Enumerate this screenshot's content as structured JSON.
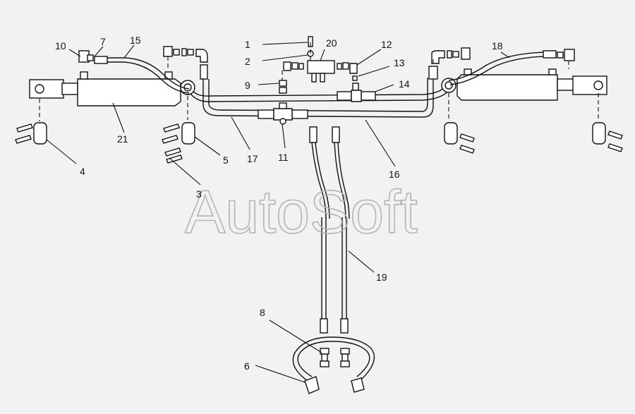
{
  "watermark": "AutoSoft",
  "callouts": [
    {
      "id": "1",
      "text": "1"
    },
    {
      "id": "2",
      "text": "2"
    },
    {
      "id": "3",
      "text": "3"
    },
    {
      "id": "4",
      "text": "4"
    },
    {
      "id": "5",
      "text": "5"
    },
    {
      "id": "6",
      "text": "6"
    },
    {
      "id": "7",
      "text": "7"
    },
    {
      "id": "8",
      "text": "8"
    },
    {
      "id": "9",
      "text": "9"
    },
    {
      "id": "10",
      "text": "10"
    },
    {
      "id": "11",
      "text": "11"
    },
    {
      "id": "12",
      "text": "12"
    },
    {
      "id": "13",
      "text": "13"
    },
    {
      "id": "14",
      "text": "14"
    },
    {
      "id": "15",
      "text": "15"
    },
    {
      "id": "16",
      "text": "16"
    },
    {
      "id": "17",
      "text": "17"
    },
    {
      "id": "18",
      "text": "18"
    },
    {
      "id": "19",
      "text": "19"
    },
    {
      "id": "20",
      "text": "20"
    },
    {
      "id": "21",
      "text": "21"
    }
  ]
}
